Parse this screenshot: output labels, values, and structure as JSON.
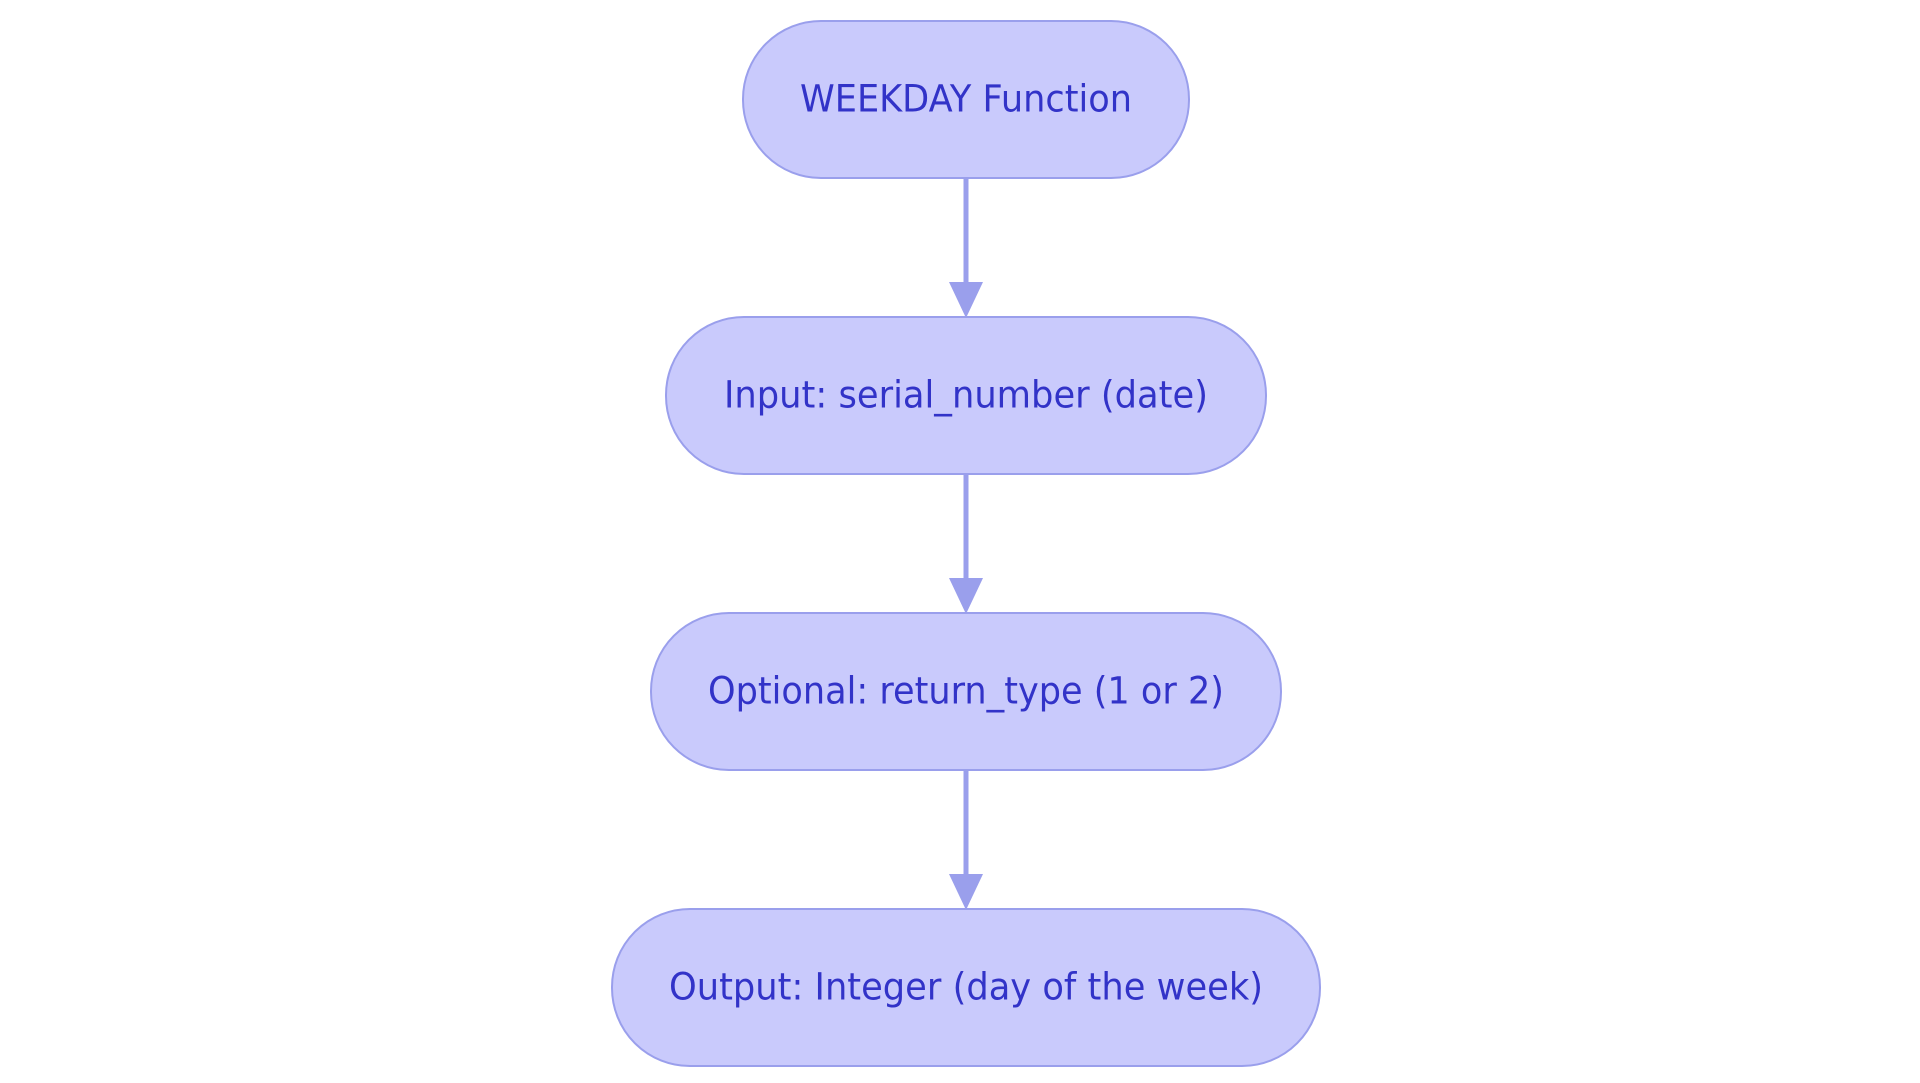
{
  "diagram": {
    "type": "flowchart",
    "direction": "top-to-bottom",
    "node_fill": "#C9CAFC",
    "node_stroke": "#9A9FEC",
    "edge_color": "#9A9FEC",
    "text_color": "#3233C8",
    "nodes": [
      {
        "id": "n1",
        "label": "WEEKDAY Function"
      },
      {
        "id": "n2",
        "label": "Input: serial_number (date)"
      },
      {
        "id": "n3",
        "label": "Optional: return_type (1 or 2)"
      },
      {
        "id": "n4",
        "label": "Output: Integer (day of the week)"
      }
    ],
    "edges": [
      {
        "from": "n1",
        "to": "n2"
      },
      {
        "from": "n2",
        "to": "n3"
      },
      {
        "from": "n3",
        "to": "n4"
      }
    ]
  }
}
